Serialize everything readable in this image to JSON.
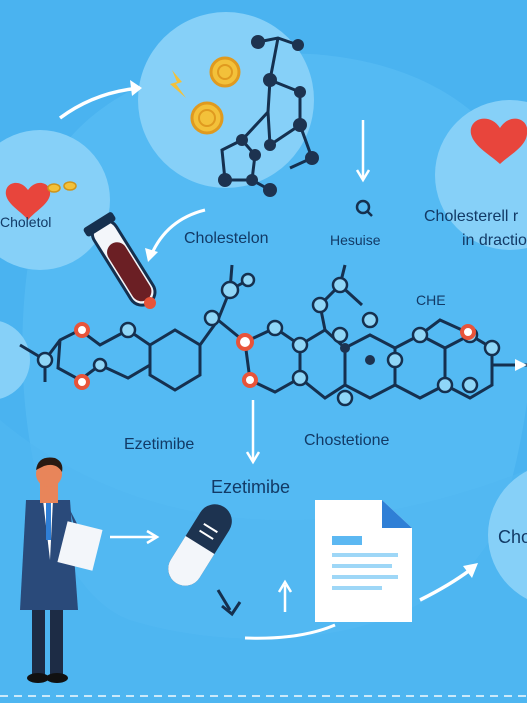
{
  "labels": {
    "cholesterol_left": "Choletol",
    "cholestelon": "Cholestelon",
    "hesuise": "Hesuise",
    "cholesterel_right_line1": "Cholesterell r",
    "cholesterel_right_line2": "in dractio",
    "che": "CHE",
    "ezetimibe_1": "Ezetimibe",
    "ezetimibe_2": "Ezetimibe",
    "chostetione": "Chostetione",
    "cho_right": "Cho"
  },
  "colors": {
    "background": "#4ab3f0",
    "blob": "#5cc0f5",
    "bubble": "#7fcdf7",
    "bond": "#15304f",
    "atom_dark": "#1d3350",
    "atom_light": "#8fd6f7",
    "atom_red": "#e8543a",
    "heart": "#e8453c",
    "coin": "#f3c13a",
    "white": "#ffffff"
  },
  "icons": [
    "heart-icon",
    "coin-icon",
    "test-tube-icon",
    "capsule-icon",
    "document-icon",
    "person-icon",
    "lightning-icon",
    "search-icon"
  ]
}
